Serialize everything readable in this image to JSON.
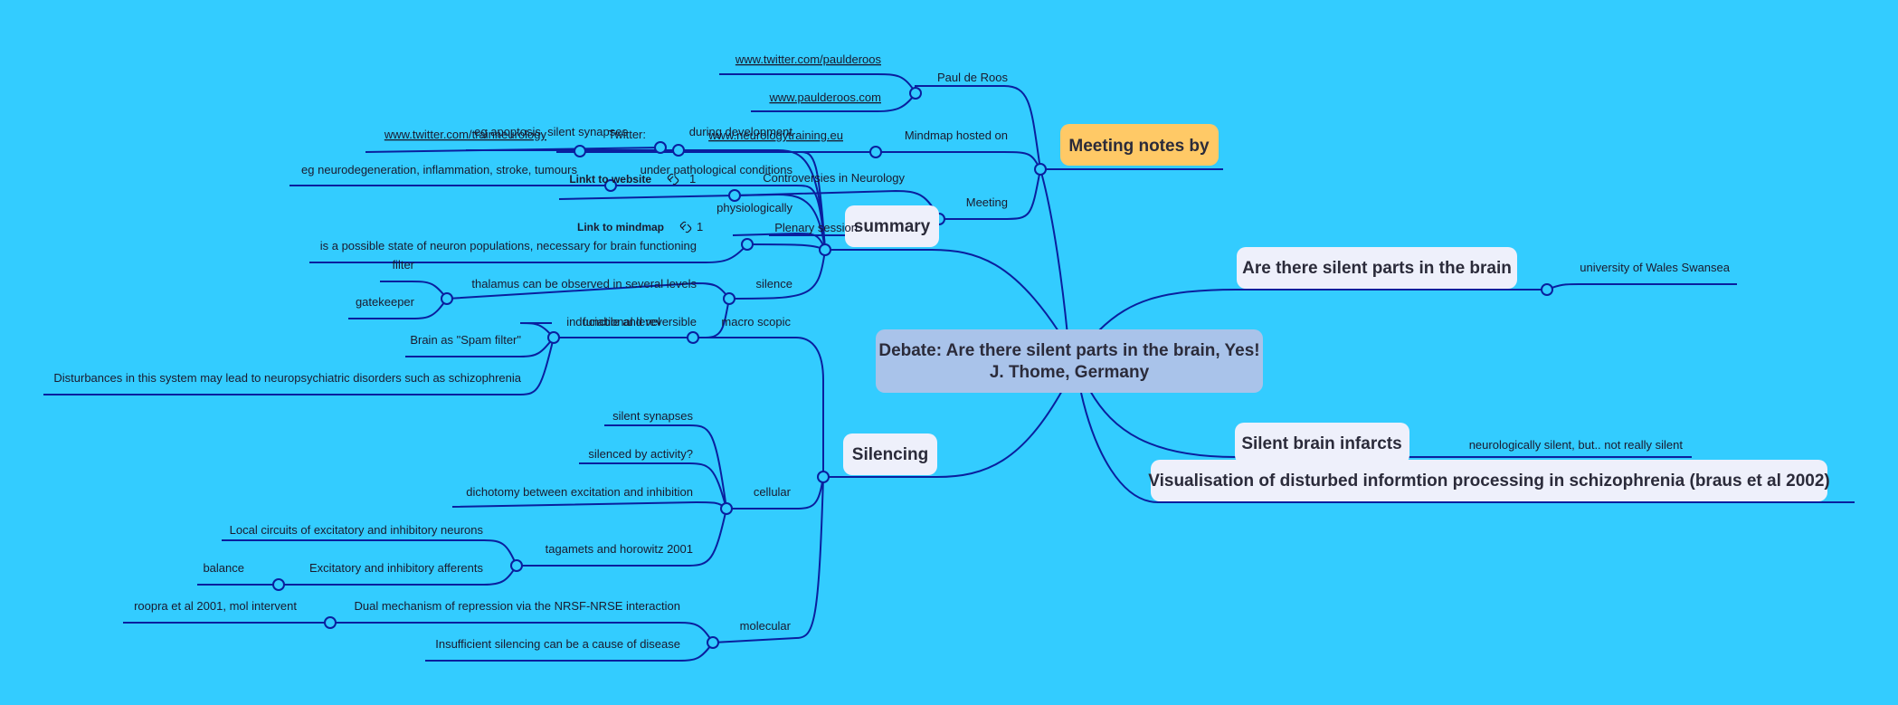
{
  "central": {
    "title_line1": "Debate: Are there silent parts in the brain, Yes!",
    "title_line2": "J. Thome, Germany",
    "fill": "#a9c3ea"
  },
  "topics": {
    "meeting_notes": {
      "label": "Meeting notes by",
      "fill": "#ffc966"
    },
    "summary": {
      "label": "summary",
      "fill": "#eef0fb"
    },
    "silencing": {
      "label": "Silencing",
      "fill": "#eef0fb"
    },
    "silent_parts": {
      "label": "Are there silent parts in the brain",
      "fill": "#eef0fb"
    },
    "infarcts": {
      "label": "Silent brain infarcts",
      "fill": "#eef0fb"
    },
    "visualisation": {
      "label": "Visualisation of disturbed informtion processing in schizophrenia (braus et al 2002)",
      "fill": "#eef0fb"
    }
  },
  "labels": {
    "twitter_paulderoos": "www.twitter.com/paulderoos",
    "paulderoos_com": "www.paulderoos.com",
    "paul_de_roos": "Paul de Roos",
    "mindmap_hosted": "Mindmap hosted on",
    "neurologytraining": "www.neurologytraining.eu",
    "meeting": "Meeting",
    "controversies": "Controversies in Neurology",
    "plenary": "Plenary session",
    "twitter": "Twitter:",
    "twitter_trainneuro": "www.twitter.com/trainneurology",
    "linkt_website": "Linkt to website",
    "link_mindmap": "Link to mindmap",
    "link_count1": "1",
    "link_count2": "1",
    "during_development": "during development",
    "eg_apoptosis": "eg apoptosis, silent synapses",
    "under_pathological": "under pathological conditions",
    "eg_neurodegeneration": "eg neurodegeneration, inflammation, stroke, tumours",
    "physiologically": "physiologically",
    "possible_state": "is a possible state of neuron populations, necessary for brain functioning",
    "silence": "silence",
    "thalamus": "thalamus can be observed in several levels",
    "filter": "filter",
    "gatekeeper": "gatekeeper",
    "spam_filter": "Brain as \"Spam filter\"",
    "disturbances": "Disturbances in this system may lead to neuropsychiatric disorders such as schizophrenia",
    "induciable": "induciable and reversible",
    "functional_level": "functional level",
    "macro_scopic": "macro scopic",
    "university_wales": "university of Wales Swansea",
    "neurologically_silent": "neurologically silent, but.. not really silent",
    "silent_synapses": "silent synapses",
    "silenced_activity": "silenced by activity?",
    "dichotomy": "dichotomy between excitation and inhibition",
    "cellular": "cellular",
    "local_circuits": "Local circuits of excitatory and inhibitory neurons",
    "tagamets": "tagamets and horowitz 2001",
    "balance": "balance",
    "excitatory_afferents": "Excitatory and inhibitory afferents",
    "roopra": "roopra et al 2001, mol intervent",
    "dual_mechanism": "Dual mechanism of repression via the NRSF-NRSE interaction",
    "molecular": "molecular",
    "insufficient": "Insufficient silencing can be a cause of disease"
  },
  "colors": {
    "background": "#33ccff",
    "branch": "#0a1f9e",
    "text": "#1a1a2e"
  },
  "icons": [
    "link-icon"
  ]
}
